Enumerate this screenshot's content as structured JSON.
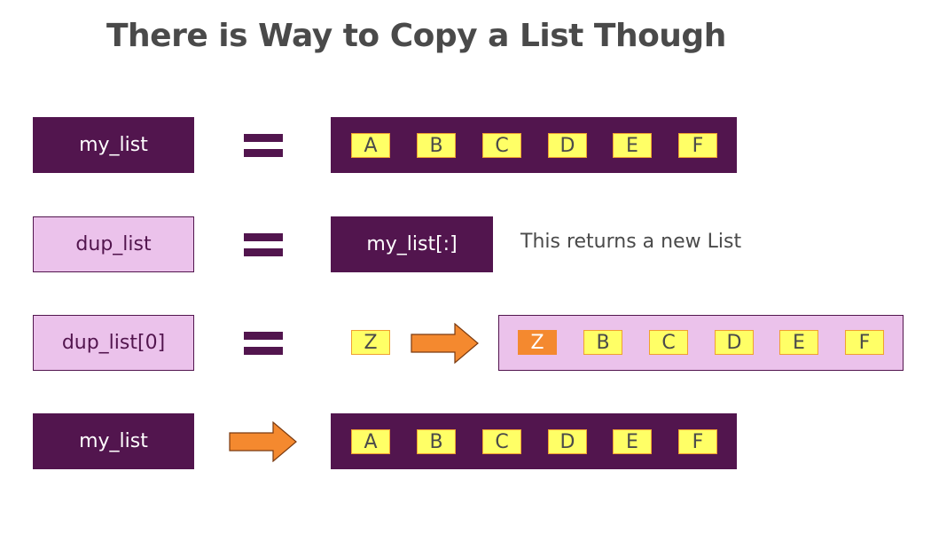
{
  "title": "There is Way to Copy a List Though",
  "colors": {
    "dark_purple": "#52154e",
    "light_purple": "#ebc2eb",
    "tile_yellow": "#ffff66",
    "tile_border": "#f0a030",
    "arrow_orange": "#f4892f",
    "text_gray": "#4a4a4a"
  },
  "rows": [
    {
      "label": "my_list",
      "operator": "equals",
      "value_box": {
        "items": [
          "A",
          "B",
          "C",
          "D",
          "E",
          "F"
        ]
      }
    },
    {
      "label": "dup_list",
      "operator": "equals",
      "value_box": {
        "text": "my_list[:]"
      },
      "note": "This returns a new List"
    },
    {
      "label": "dup_list[0]",
      "operator": "equals",
      "input_item": "Z",
      "value_box": {
        "items": [
          "Z",
          "B",
          "C",
          "D",
          "E",
          "F"
        ],
        "highlighted_index": 0
      }
    },
    {
      "label": "my_list",
      "operator": "arrow",
      "value_box": {
        "items": [
          "A",
          "B",
          "C",
          "D",
          "E",
          "F"
        ]
      }
    }
  ]
}
